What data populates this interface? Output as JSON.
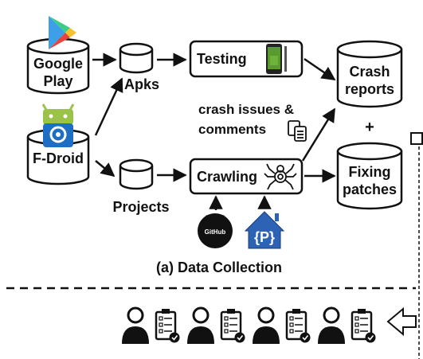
{
  "sources": {
    "google_play": [
      "Google",
      "Play"
    ],
    "fdroid": "F-Droid"
  },
  "stores": {
    "apks": "Apks",
    "projects": "Projects"
  },
  "processes": {
    "testing": "Testing",
    "crawling": "Crawling"
  },
  "outputs": {
    "crash_reports": [
      "Crash",
      "reports"
    ],
    "plus": "+",
    "fixing_patches": [
      "Fixing",
      "patches"
    ]
  },
  "annotation": {
    "line1": "crash issues &",
    "line2": "comments"
  },
  "logos": {
    "github": "GitHub",
    "p": "{P}"
  },
  "caption": "(a) Data Collection",
  "colors": {
    "play_green": "#3bcc8a",
    "play_blue": "#3ba0e8",
    "play_red": "#e8433c",
    "play_yellow": "#f6c02f",
    "android_green": "#9bc34a",
    "fdroid_blue": "#1e6fc4",
    "phone_green": "#5a9a2c",
    "p_house_blue": "#2c63b5"
  },
  "icons": {
    "user": "person-icon",
    "checklist": "checklist-icon"
  }
}
